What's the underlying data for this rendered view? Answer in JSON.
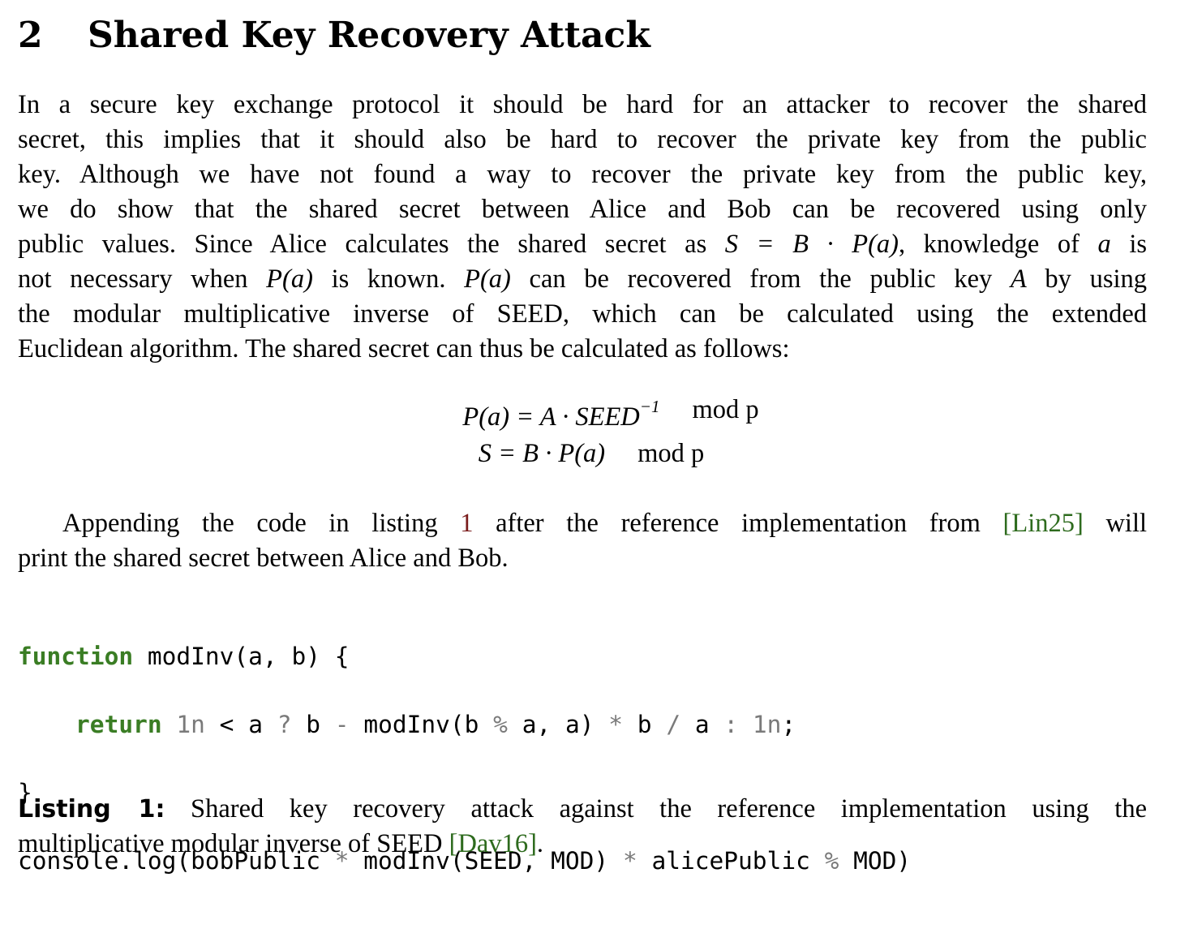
{
  "section": {
    "number": "2",
    "title": "Shared Key Recovery Attack"
  },
  "paragraph1": {
    "lines": [
      "In a secure key exchange protocol it should be hard for an attacker to recover the shared",
      "secret, this implies that it should also be hard to recover the private key from the public",
      "key. Although we have not found a way to recover the private key from the public key,",
      "we do show that the shared secret between Alice and Bob can be recovered using only"
    ],
    "line5_a": "public values. Since Alice calculates the shared secret as ",
    "line5_math": "S = B · P(a)",
    "line5_b": ", knowledge of ",
    "line5_var": "a",
    "line5_c": " is",
    "line6_a": "not necessary when ",
    "line6_math1": "P(a)",
    "line6_b": " is known. ",
    "line6_math2": "P(a)",
    "line6_c": " can be recovered from the public key ",
    "line6_var": "A",
    "line6_d": " by using",
    "line7": "the modular multiplicative inverse of SEED, which can be calculated using the extended",
    "line8": "Euclidean algorithm. The shared secret can thus be calculated as follows:"
  },
  "equations": [
    {
      "lhs": "P(a) = A · SEED",
      "sup": "−1",
      "mod": "mod p"
    },
    {
      "lhs": "S = B · P(a)",
      "sup": "",
      "mod": "mod p"
    }
  ],
  "paragraph2": {
    "part1": "Appending the code in listing ",
    "listing_ref": "1",
    "part2": " after the reference implementation from ",
    "cite": "[Lin25]",
    "part3": " will",
    "line2": "print the shared secret between Alice and Bob."
  },
  "code": {
    "line1_kw": "function",
    "line1_rest": " modInv(a, b) {",
    "line2_indent": "    ",
    "line2_kw": "return",
    "line2_rest_1": " ",
    "line2_num1": "1n",
    "line2_rest_2": " < a ",
    "line2_q": "?",
    "line2_rest_3": " b ",
    "line2_minus": "-",
    "line2_rest_4": " modInv(b ",
    "line2_pct": "%",
    "line2_rest_5": " a, a) ",
    "line2_star": "*",
    "line2_rest_6": " b ",
    "line2_slash": "/",
    "line2_rest_7": " a ",
    "line2_colon": ":",
    "line2_rest_8": " ",
    "line2_num2": "1n",
    "line2_end": ";",
    "line3": "}",
    "line4_a": "console.log(bobPublic ",
    "line4_star1": "*",
    "line4_b": " modInv(SEED, MOD) ",
    "line4_star2": "*",
    "line4_c": " alicePublic ",
    "line4_pct": "%",
    "line4_d": " MOD)"
  },
  "caption": {
    "label": "Listing 1:",
    "text": " Shared key recovery attack against the reference implementation using the",
    "line2": "multiplicative modular inverse of SEED ",
    "cite": "[Dav16]",
    "end": "."
  }
}
